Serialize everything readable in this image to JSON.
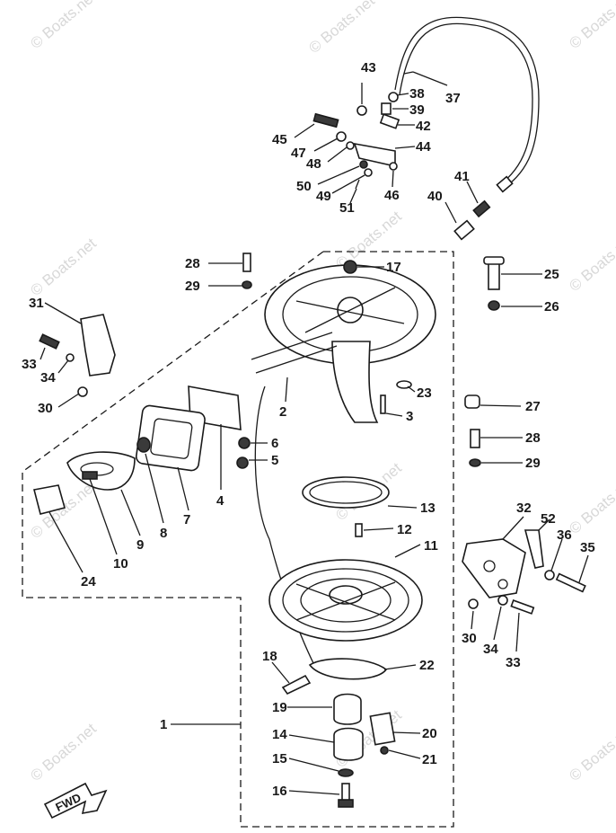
{
  "watermark": "© Boats.net",
  "fwd_label": "FWD",
  "callouts": {
    "p1": "1",
    "p2": "2",
    "p3": "3",
    "p4": "4",
    "p5": "5",
    "p6": "6",
    "p7": "7",
    "p8": "8",
    "p9": "9",
    "p10": "10",
    "p11": "11",
    "p12": "12",
    "p13": "13",
    "p14": "14",
    "p15": "15",
    "p16": "16",
    "p17": "17",
    "p18": "18",
    "p19": "19",
    "p20": "20",
    "p21": "21",
    "p22": "22",
    "p23": "23",
    "p24": "24",
    "p25": "25",
    "p26": "26",
    "p27": "27",
    "p28a": "28",
    "p28b": "28",
    "p29a": "29",
    "p29b": "29",
    "p30a": "30",
    "p30b": "30",
    "p31": "31",
    "p32": "32",
    "p33a": "33",
    "p33b": "33",
    "p34a": "34",
    "p34b": "34",
    "p35": "35",
    "p36": "36",
    "p37": "37",
    "p38": "38",
    "p39": "39",
    "p40": "40",
    "p41": "41",
    "p42": "42",
    "p43": "43",
    "p44": "44",
    "p45": "45",
    "p46": "46",
    "p47": "47",
    "p48": "48",
    "p49": "49",
    "p50": "50",
    "p51": "51",
    "p52": "52"
  }
}
